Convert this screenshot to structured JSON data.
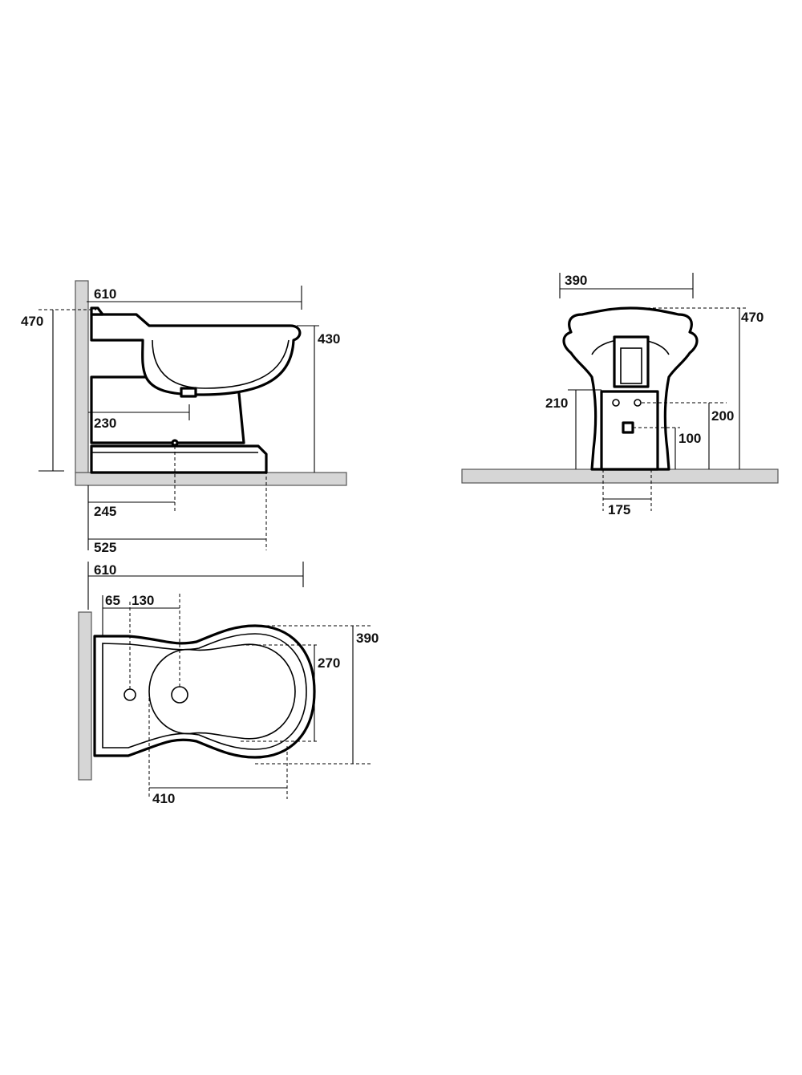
{
  "side_view": {
    "dims": {
      "overall_length": "610",
      "overall_height": "470",
      "rim_height": "430",
      "supply_height": "230",
      "waste_distance": "245",
      "foot_length": "525"
    }
  },
  "front_view": {
    "dims": {
      "overall_width": "390",
      "overall_height": "470",
      "left_supply_height": "210",
      "right_supply_height": "200",
      "waste_height": "100",
      "foot_width": "175"
    }
  },
  "plan_view": {
    "dims": {
      "overall_length": "610",
      "first_hole": "65",
      "second_hole": "130",
      "overall_width": "390",
      "bowl_width": "270",
      "bowl_length": "410"
    }
  }
}
